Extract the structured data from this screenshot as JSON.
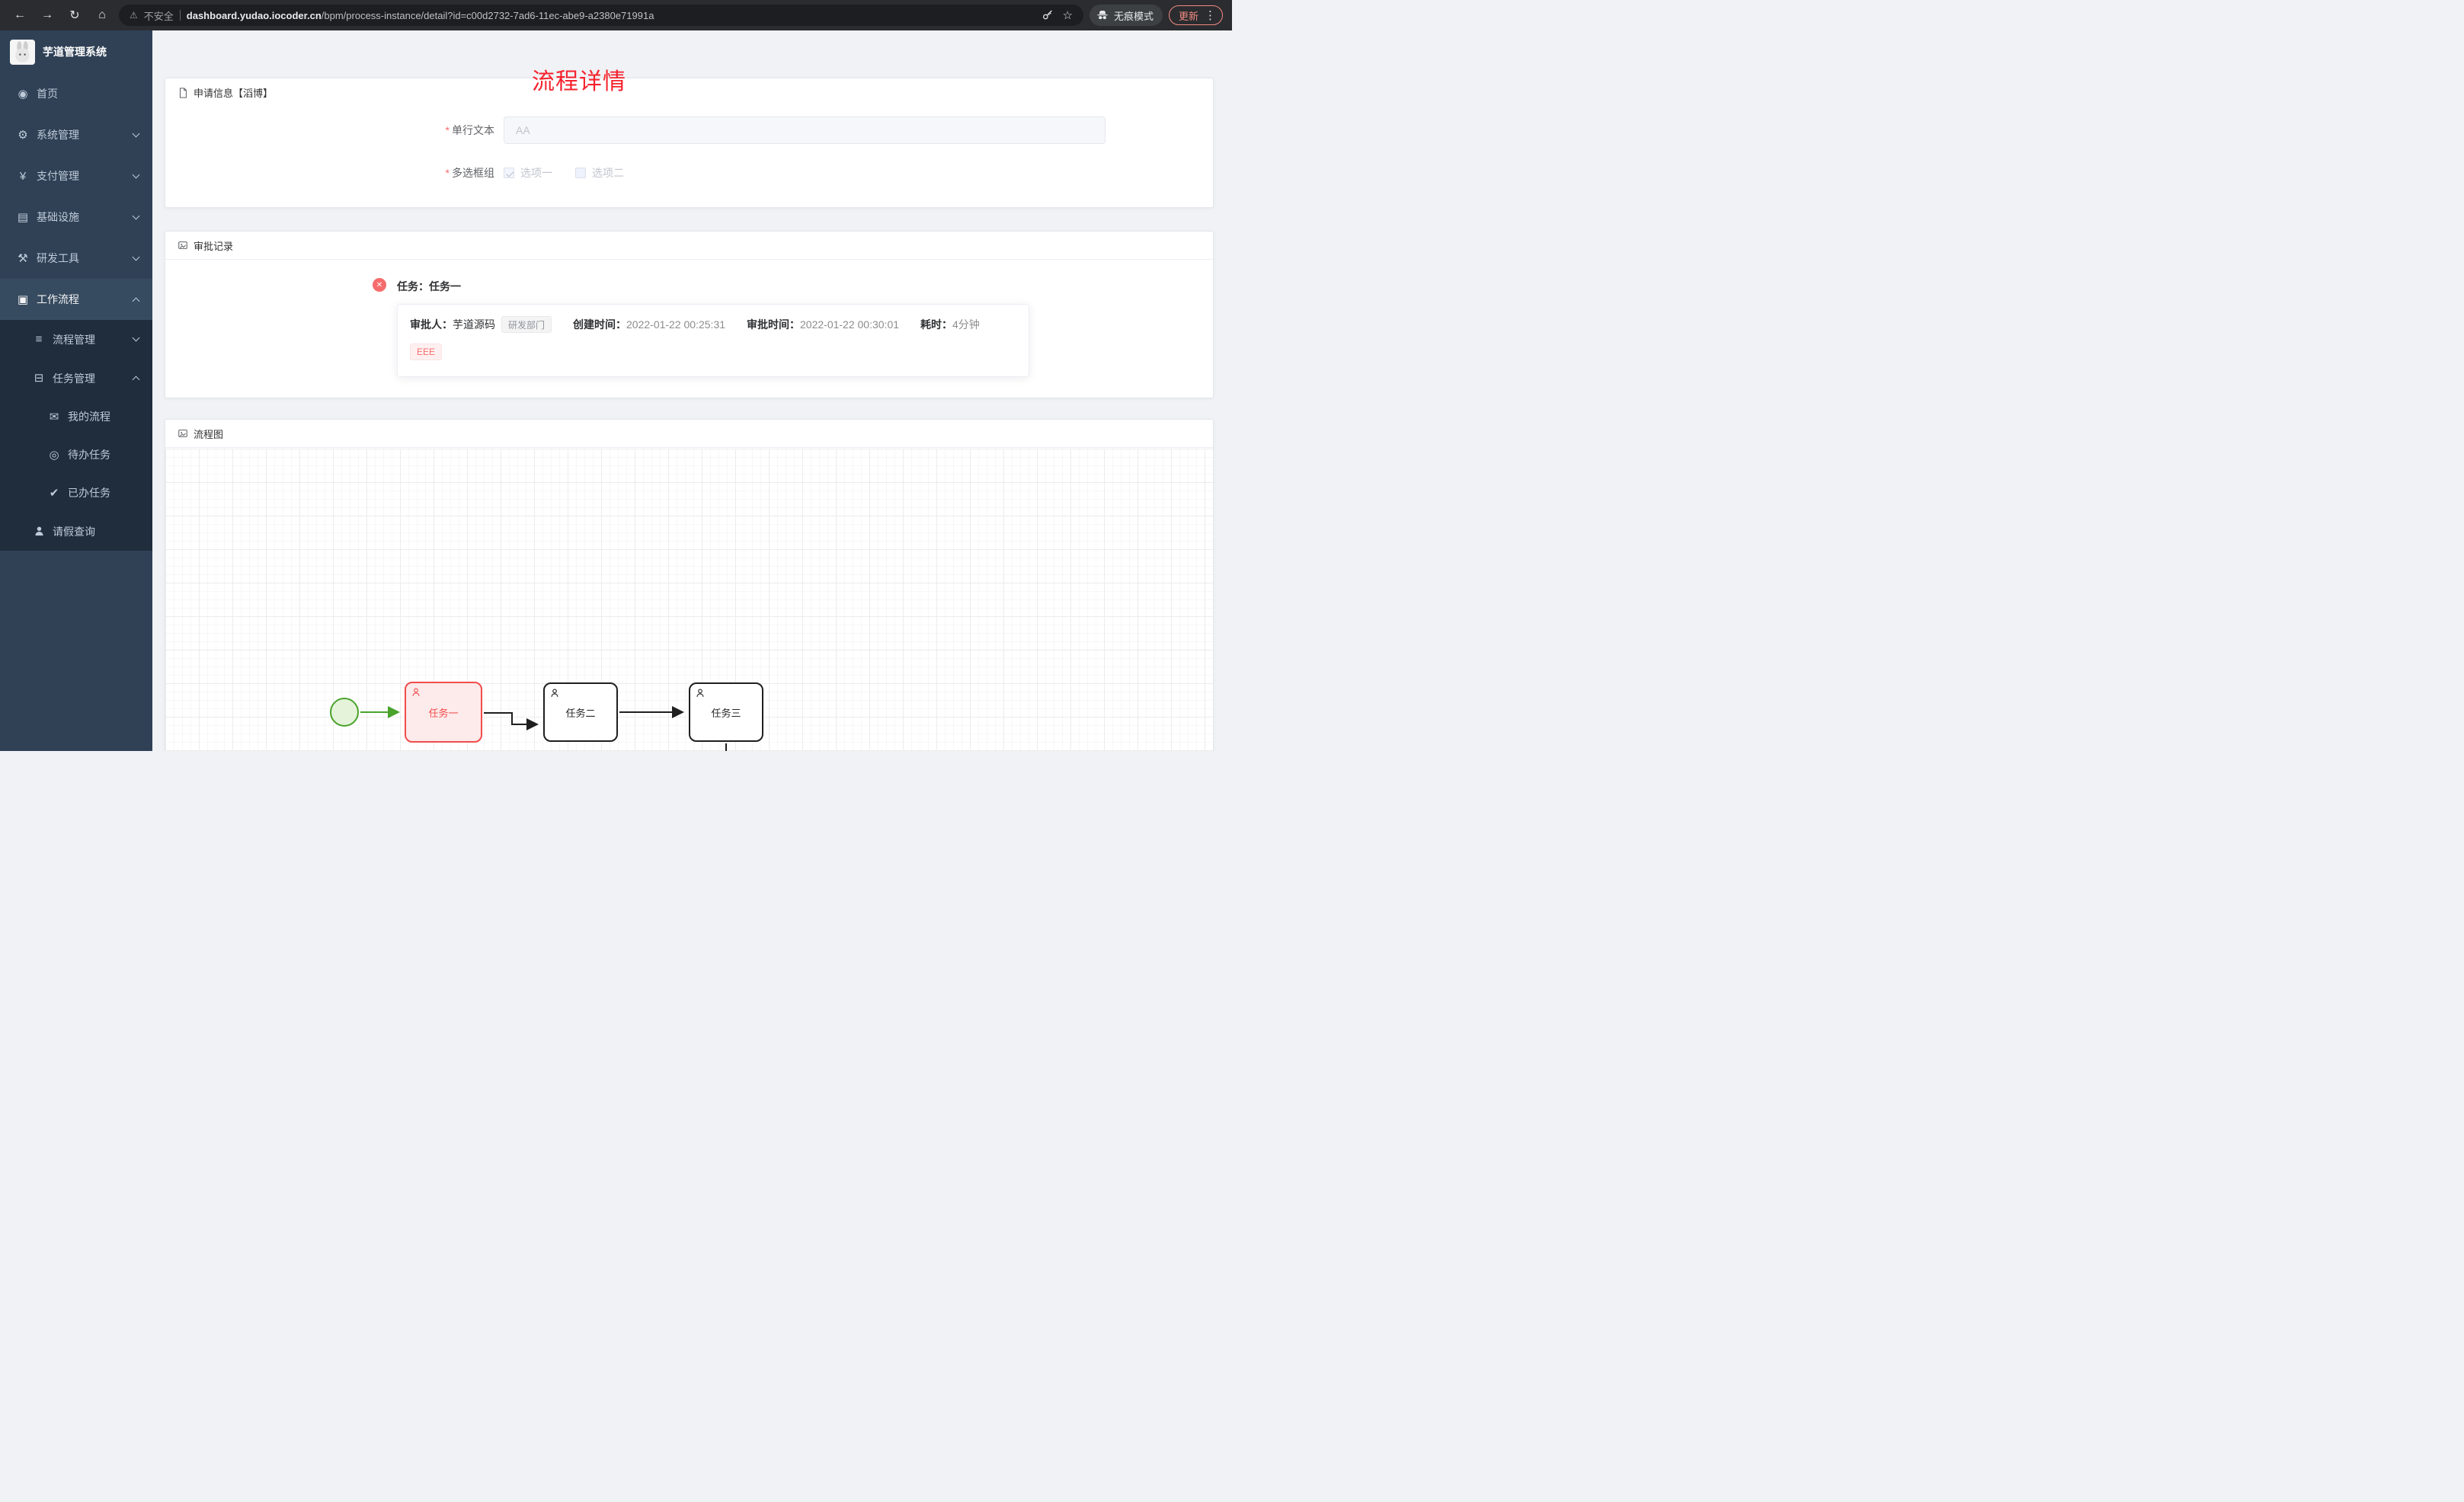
{
  "colors": {
    "accent_red": "#f5222d",
    "danger": "#f56c6c",
    "success_green": "#49a32b",
    "sidebar_bg": "#304156",
    "submenu_bg": "#1f2d3d",
    "update_pill": "#f28b82"
  },
  "icons": {
    "back": "←",
    "forward": "→",
    "reload": "↻",
    "home": "⌂",
    "warning": "⚠",
    "star": "☆",
    "menu_dots": "⋮",
    "dashboard": "◉",
    "gear": "⚙",
    "yen": "¥",
    "infra": "▤",
    "tools": "⚒",
    "workflow": "▣",
    "list": "≡",
    "task_mgmt": "⊟",
    "message": "✉",
    "eye": "◎",
    "check": "✔",
    "close_x": "✕"
  },
  "browser": {
    "security_label": "不安全",
    "url_domain": "dashboard.yudao.iocoder.cn",
    "url_path": "/bpm/process-instance/detail?id=c00d2732-7ad6-11ec-abe9-a2380e71991a",
    "incognito_label": "无痕模式",
    "update_label": "更新"
  },
  "sidebar": {
    "app_title": "芋道管理系统",
    "items": [
      {
        "label": "首页"
      },
      {
        "label": "系统管理"
      },
      {
        "label": "支付管理"
      },
      {
        "label": "基础设施"
      },
      {
        "label": "研发工具"
      },
      {
        "label": "工作流程"
      },
      {
        "label": "流程管理"
      },
      {
        "label": "任务管理"
      },
      {
        "label": "我的流程"
      },
      {
        "label": "待办任务"
      },
      {
        "label": "已办任务"
      },
      {
        "label": "请假查询"
      }
    ]
  },
  "page": {
    "title": "流程详情"
  },
  "apply_card": {
    "title": "申请信息【滔博】",
    "field_text_label": "单行文本",
    "field_text_value": "AA",
    "field_checkbox_label": "多选框组",
    "option1": "选项一",
    "option2": "选项二"
  },
  "approval_card": {
    "title": "审批记录",
    "task_title": "任务：任务一",
    "approver_label": "审批人：",
    "approver_name": "芋道源码",
    "dept_tag": "研发部门",
    "created_label": "创建时间：",
    "created_time": "2022-01-22 00:25:31",
    "approved_label": "审批时间：",
    "approved_time": "2022-01-22 00:30:01",
    "duration_label": "耗时：",
    "duration_value": "4分钟",
    "comment_tag": "EEE"
  },
  "diagram_card": {
    "title": "流程图",
    "task1": "任务一",
    "task2": "任务二",
    "task3": "任务三"
  }
}
